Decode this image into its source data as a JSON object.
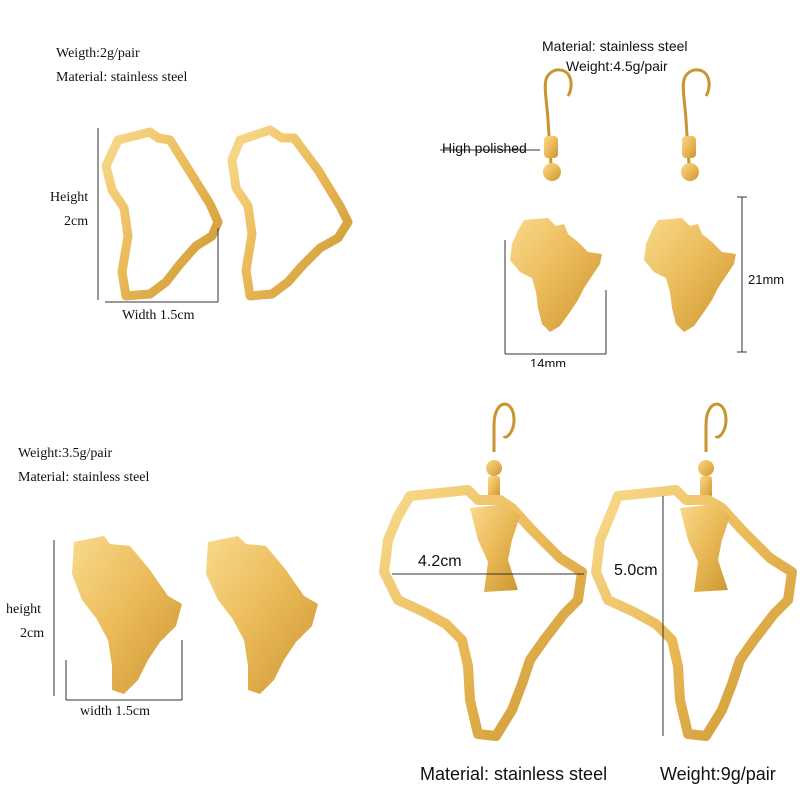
{
  "panel_top_left": {
    "weight": "Weigth:2g/pair",
    "material": "Material: stainless steel",
    "height_label": "Height",
    "height_value": "2cm",
    "width_label": "Width 1.5cm"
  },
  "panel_top_right": {
    "material": "Material: stainless steel",
    "weight": "Weight:4.5g/pair",
    "finish": "High polished",
    "height_value": "21mm",
    "width_value": "14mm"
  },
  "panel_bottom_left": {
    "weight": "Weight:3.5g/pair",
    "material": "Material: stainless steel",
    "height_label": "height",
    "height_value": "2cm",
    "width_label": "width 1.5cm"
  },
  "panel_bottom_right": {
    "width_value": "4.2cm",
    "height_value": "5.0cm",
    "material": "Material: stainless steel",
    "weight": "Weight:9g/pair"
  },
  "colors": {
    "gold": "#e8b54a",
    "gold_light": "#f6d47e",
    "gold_dark": "#b8862a"
  }
}
